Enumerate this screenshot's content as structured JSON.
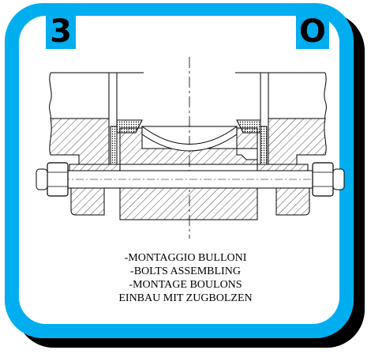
{
  "badges": {
    "step": "3",
    "mark": "O"
  },
  "caption": {
    "lines": [
      "-MONTAGGIO BULLONI",
      "-BOLTS ASSEMBLING",
      "-MONTAGE BOULONS",
      "EINBAU MIT ZUGBOLZEN"
    ]
  },
  "colors": {
    "frame": "#00aeef",
    "shadow": "#000000",
    "line": "#000000"
  }
}
